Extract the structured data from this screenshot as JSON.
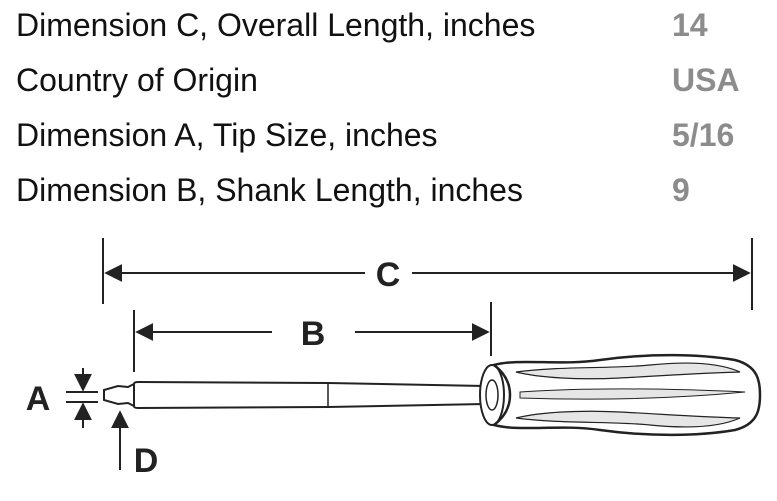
{
  "specs": [
    {
      "label": "Dimension C, Overall Length, inches",
      "value": "14"
    },
    {
      "label": "Country of Origin",
      "value": "USA"
    },
    {
      "label": "Dimension A, Tip Size, inches",
      "value": "5/16"
    },
    {
      "label": "Dimension B, Shank Length, inches",
      "value": "9"
    }
  ],
  "diagram": {
    "labels": {
      "a": "A",
      "b": "B",
      "c": "C",
      "d": "D"
    },
    "colors": {
      "line": "#222222",
      "handle_shade": "#e6e6e6"
    }
  }
}
